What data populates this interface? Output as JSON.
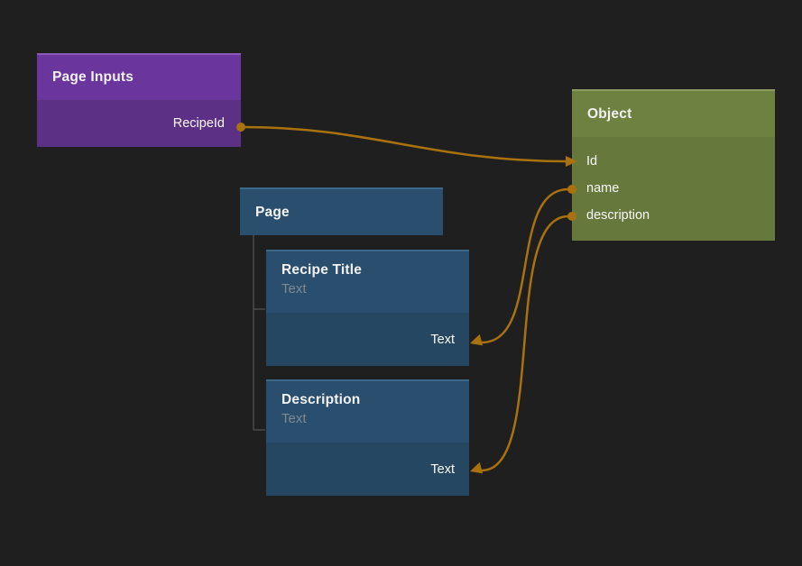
{
  "app": "node-graph-editor",
  "colors": {
    "canvas_bg": "#1f1f20",
    "wire": "#a9720e",
    "tree_line": "#4a4a4c",
    "purple_header": "#6a359c",
    "purple_body": "#5c3084",
    "green_header": "#6f8140",
    "green_body": "#66783c",
    "blue_header": "#2a4e6e",
    "blue_body": "#254762",
    "title_text": "#f2f2f2",
    "subtitle_text": "#7d8a94"
  },
  "nodes": {
    "page_inputs": {
      "title": "Page Inputs",
      "ports": [
        "RecipeId"
      ]
    },
    "object": {
      "title": "Object",
      "ports": [
        "Id",
        "name",
        "description"
      ]
    },
    "page": {
      "title": "Page"
    },
    "recipe_title": {
      "title": "Recipe Title",
      "subtitle": "Text",
      "ports": [
        "Text"
      ]
    },
    "description": {
      "title": "Description",
      "subtitle": "Text",
      "ports": [
        "Text"
      ]
    }
  },
  "connections": [
    {
      "from": "Page Inputs.RecipeId",
      "to": "Object.Id"
    },
    {
      "from": "Object.name",
      "to": "Recipe Title.Text"
    },
    {
      "from": "Object.description",
      "to": "Description.Text"
    }
  ]
}
